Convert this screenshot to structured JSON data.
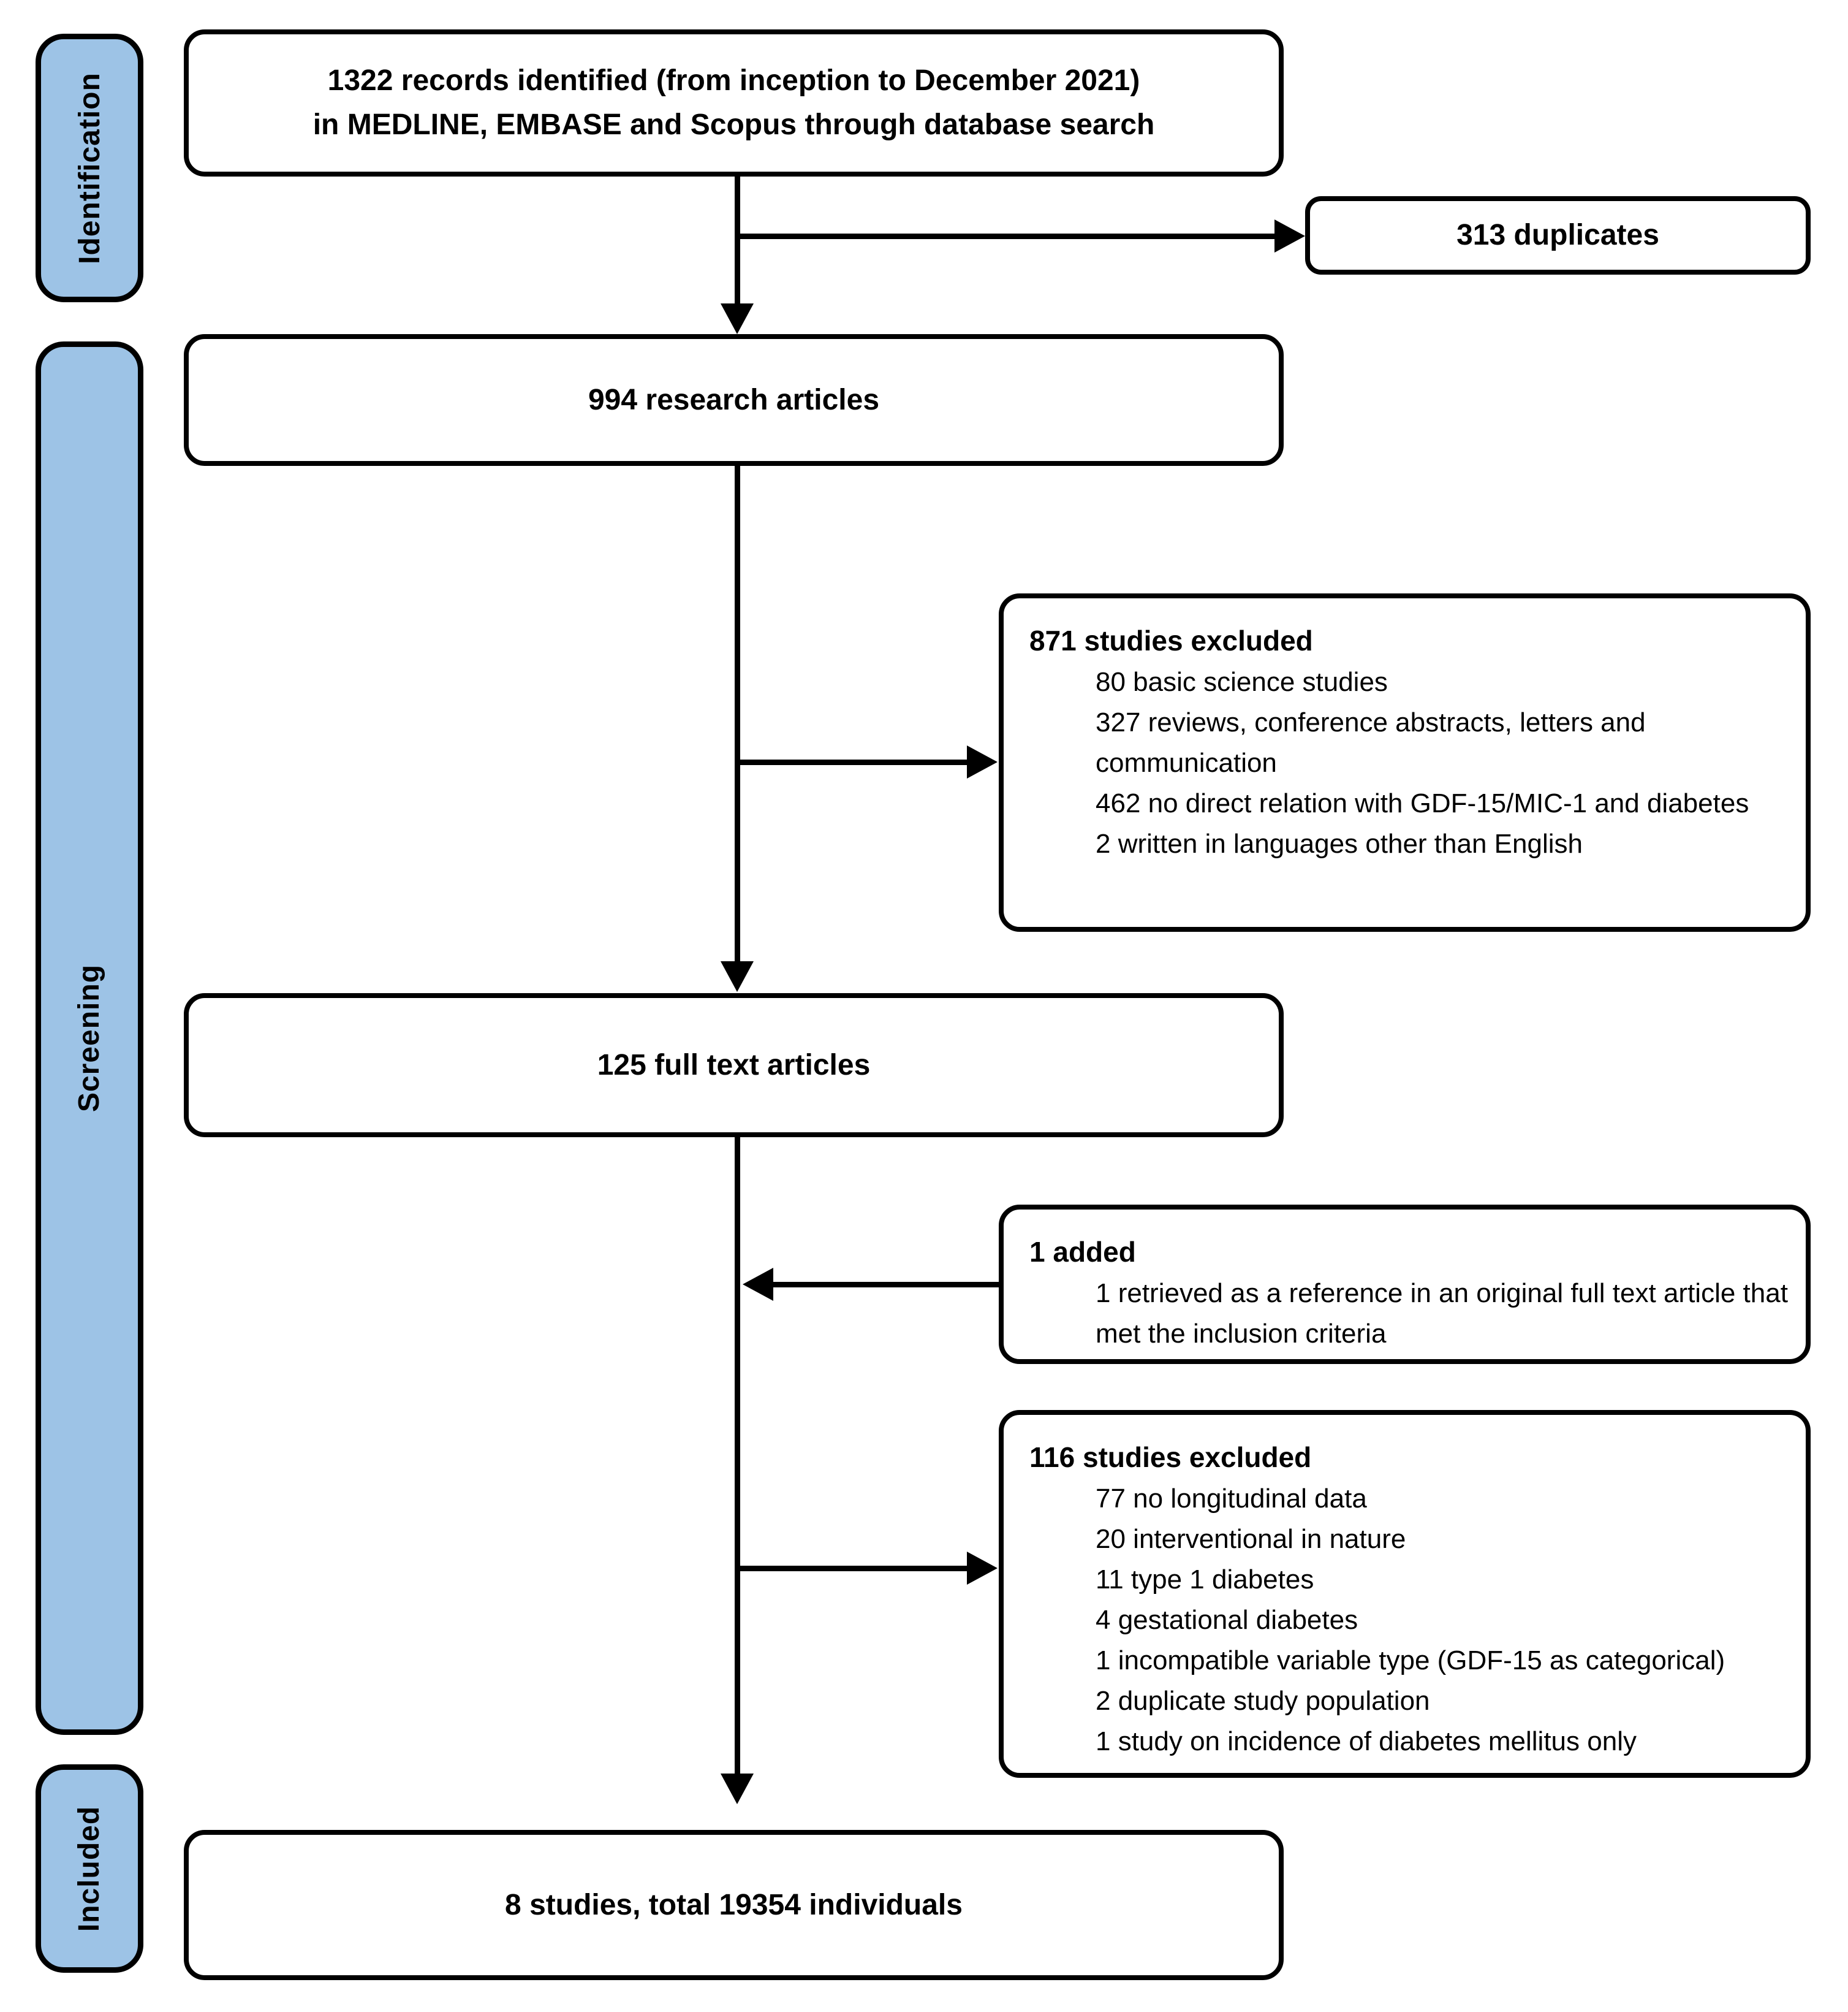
{
  "colors": {
    "stage_fill": "#9DC3E6",
    "box_border": "#000000",
    "page_background": "#FFFFFF",
    "text": "#000000"
  },
  "stages": [
    {
      "label": "Identification"
    },
    {
      "label": "Screening"
    },
    {
      "label": "Included"
    }
  ],
  "boxes": {
    "records": {
      "line1": "1322 records identified (from inception to December 2021)",
      "line2": "in MEDLINE, EMBASE and Scopus through database search"
    },
    "duplicates": {
      "label": "313 duplicates"
    },
    "research_articles": {
      "label": "994 research articles"
    },
    "screening_excluded": {
      "header": "871 studies excluded",
      "items": [
        "80 basic science studies",
        "327 reviews, conference abstracts, letters and communication",
        "462 no direct relation with GDF-15/MIC-1 and diabetes",
        "2 written in languages other than English"
      ]
    },
    "full_text": {
      "label": "125 full text articles"
    },
    "added": {
      "header": "1 added",
      "items": [
        "1 retrieved as a reference in an original full text article that met the inclusion criteria"
      ]
    },
    "fulltext_excluded": {
      "header": "116 studies excluded",
      "items": [
        "77 no longitudinal data",
        "20 interventional in nature",
        "11 type 1 diabetes",
        "4 gestational diabetes",
        "1 incompatible variable type (GDF-15 as categorical)",
        "2 duplicate study population",
        "1 study on incidence of diabetes mellitus only"
      ]
    },
    "included": {
      "label": "8 studies, total 19354 individuals"
    }
  }
}
